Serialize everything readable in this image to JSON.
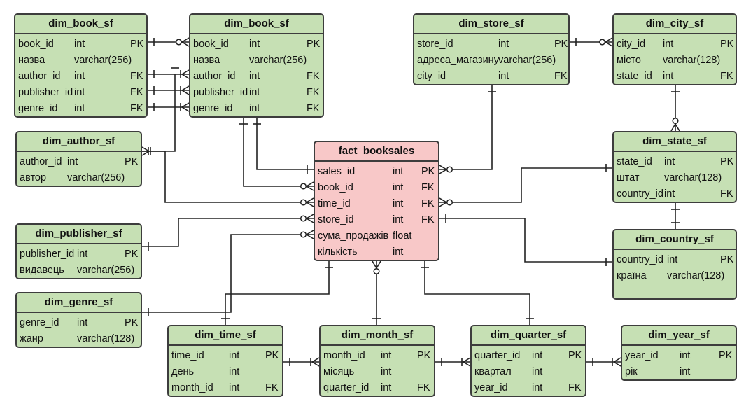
{
  "entities": [
    {
      "id": "book_a",
      "title": "dim_book_sf",
      "fact": false,
      "cols": [
        4,
        84,
        164
      ],
      "rows": [
        [
          "book_id",
          "int",
          "PK"
        ],
        [
          "назва",
          "varchar(256)",
          ""
        ],
        [
          "author_id",
          "int",
          "FK"
        ],
        [
          "publisher_id",
          "int",
          "FK"
        ],
        [
          "genre_id",
          "int",
          "FK"
        ]
      ]
    },
    {
      "id": "book_b",
      "title": "dim_book_sf",
      "fact": false,
      "cols": [
        4,
        84,
        166
      ],
      "rows": [
        [
          "book_id",
          "int",
          "PK"
        ],
        [
          "назва",
          "varchar(256)",
          ""
        ],
        [
          "author_id",
          "int",
          "FK"
        ],
        [
          "publisher_id",
          "int",
          "FK"
        ],
        [
          "genre_id",
          "int",
          "FK"
        ]
      ]
    },
    {
      "id": "store",
      "title": "dim_store_sf",
      "fact": false,
      "cols": [
        4,
        120,
        200
      ],
      "rows": [
        [
          "store_id",
          "int",
          "PK"
        ],
        [
          "адреса_магазину",
          "varchar(256)",
          ""
        ],
        [
          "city_id",
          "int",
          "FK"
        ]
      ]
    },
    {
      "id": "city",
      "title": "dim_city_sf",
      "fact": false,
      "cols": [
        4,
        70,
        152
      ],
      "rows": [
        [
          "city_id",
          "int",
          "PK"
        ],
        [
          "місто",
          "varchar(128)",
          ""
        ],
        [
          "state_id",
          "int",
          "FK"
        ]
      ]
    },
    {
      "id": "author",
      "title": "dim_author_sf",
      "fact": false,
      "cols": [
        4,
        72,
        154
      ],
      "rows": [
        [
          "author_id",
          "int",
          "PK"
        ],
        [
          "автор",
          "varchar(256)",
          ""
        ]
      ]
    },
    {
      "id": "fact",
      "title": "fact_booksales",
      "fact": true,
      "cols": [
        4,
        111,
        152
      ],
      "rows": [
        [
          "sales_id",
          "int",
          "PK"
        ],
        [
          "book_id",
          "int",
          "FK"
        ],
        [
          "time_id",
          "int",
          "FK"
        ],
        [
          "store_id",
          "int",
          "FK"
        ],
        [
          "сума_продажів",
          "float",
          ""
        ],
        [
          "кількість",
          "int",
          ""
        ]
      ]
    },
    {
      "id": "state",
      "title": "dim_state_sf",
      "fact": false,
      "cols": [
        4,
        72,
        152
      ],
      "rows": [
        [
          "state_id",
          "int",
          "PK"
        ],
        [
          "штат",
          "varchar(128)",
          ""
        ],
        [
          "country_id",
          "int",
          "FK"
        ]
      ]
    },
    {
      "id": "publisher",
      "title": "dim_publisher_sf",
      "fact": false,
      "cols": [
        4,
        86,
        154
      ],
      "rows": [
        [
          "publisher_id",
          "int",
          "PK"
        ],
        [
          "видавець",
          "varchar(256)",
          ""
        ]
      ]
    },
    {
      "id": "country",
      "title": "dim_country_sf",
      "fact": false,
      "cols": [
        4,
        76,
        152
      ],
      "rows": [
        [
          "country_id",
          "int",
          "PK"
        ],
        [
          "країна",
          "varchar(128)",
          ""
        ]
      ]
    },
    {
      "id": "genre",
      "title": "dim_genre_sf",
      "fact": false,
      "cols": [
        4,
        86,
        154
      ],
      "rows": [
        [
          "genre_id",
          "int",
          "PK"
        ],
        [
          "жанр",
          "varchar(128)",
          ""
        ]
      ]
    },
    {
      "id": "time",
      "title": "dim_time_sf",
      "fact": false,
      "cols": [
        4,
        86,
        138
      ],
      "rows": [
        [
          "time_id",
          "int",
          "PK"
        ],
        [
          "день",
          "int",
          ""
        ],
        [
          "month_id",
          "int",
          "FK"
        ]
      ]
    },
    {
      "id": "month",
      "title": "dim_month_sf",
      "fact": false,
      "cols": [
        4,
        86,
        138
      ],
      "rows": [
        [
          "month_id",
          "int",
          "PK"
        ],
        [
          "місяць",
          "int",
          ""
        ],
        [
          "quarter_id",
          "int",
          "FK"
        ]
      ]
    },
    {
      "id": "quarter",
      "title": "dim_quarter_sf",
      "fact": false,
      "cols": [
        4,
        86,
        138
      ],
      "rows": [
        [
          "quarter_id",
          "int",
          "PK"
        ],
        [
          "квартал",
          "int",
          ""
        ],
        [
          "year_id",
          "int",
          "FK"
        ]
      ]
    },
    {
      "id": "year",
      "title": "dim_year_sf",
      "fact": false,
      "cols": [
        4,
        82,
        138
      ],
      "rows": [
        [
          "year_id",
          "int",
          "PK"
        ],
        [
          "рік",
          "int",
          ""
        ]
      ]
    }
  ],
  "relationships": [
    {
      "name": "book_a-book_b",
      "ends": [
        "one-bar",
        "many-optional"
      ]
    },
    {
      "name": "author-book_b",
      "ends": [
        "one-bar",
        "many-mandatory"
      ]
    },
    {
      "name": "publisher-book_b",
      "ends": [
        "one-bar",
        "many-mandatory"
      ]
    },
    {
      "name": "genre-book_b",
      "ends": [
        "one-bar",
        "many-mandatory"
      ]
    },
    {
      "name": "book_a-author",
      "ends": [
        "one-bar",
        "many-mandatory"
      ]
    },
    {
      "name": "book_b-fact",
      "ends": [
        "one-bar",
        "one-bar"
      ]
    },
    {
      "name": "book_b-fact-book",
      "ends": [
        "one-bar",
        "many-optional"
      ]
    },
    {
      "name": "author-fact-time",
      "ends": [
        "one-bar",
        "many-optional"
      ]
    },
    {
      "name": "publisher-fact-store",
      "ends": [
        "one-bar",
        "many-optional"
      ]
    },
    {
      "name": "genre-fact",
      "ends": [
        "one-bar",
        "many-optional"
      ]
    },
    {
      "name": "store-fact",
      "ends": [
        "one-bar",
        "many-optional"
      ]
    },
    {
      "name": "store-city",
      "ends": [
        "one-bar",
        "many-optional"
      ]
    },
    {
      "name": "city-state",
      "ends": [
        "one-bar",
        "many-optional"
      ]
    },
    {
      "name": "state-fact",
      "ends": [
        "one-bar",
        "many-optional"
      ]
    },
    {
      "name": "state-country",
      "ends": [
        "one-bar",
        "one-bar"
      ]
    },
    {
      "name": "country-fact",
      "ends": [
        "one-bar",
        "one-bar"
      ]
    },
    {
      "name": "fact-time",
      "ends": [
        "one-bar",
        "one-bar"
      ]
    },
    {
      "name": "fact-month",
      "ends": [
        "many-optional",
        "one-bar"
      ]
    },
    {
      "name": "fact-quarter",
      "ends": [
        "one-bar",
        "one-bar"
      ]
    },
    {
      "name": "time-month",
      "ends": [
        "one-bar",
        "many-mandatory"
      ]
    },
    {
      "name": "month-quarter",
      "ends": [
        "one-bar",
        "many-mandatory"
      ]
    },
    {
      "name": "quarter-year",
      "ends": [
        "one-bar",
        "many-mandatory"
      ]
    }
  ],
  "colors": {
    "dimension": "#c6e0b4",
    "fact": "#f8c8c8",
    "border": "#3d3d3d",
    "line": "#222222"
  }
}
